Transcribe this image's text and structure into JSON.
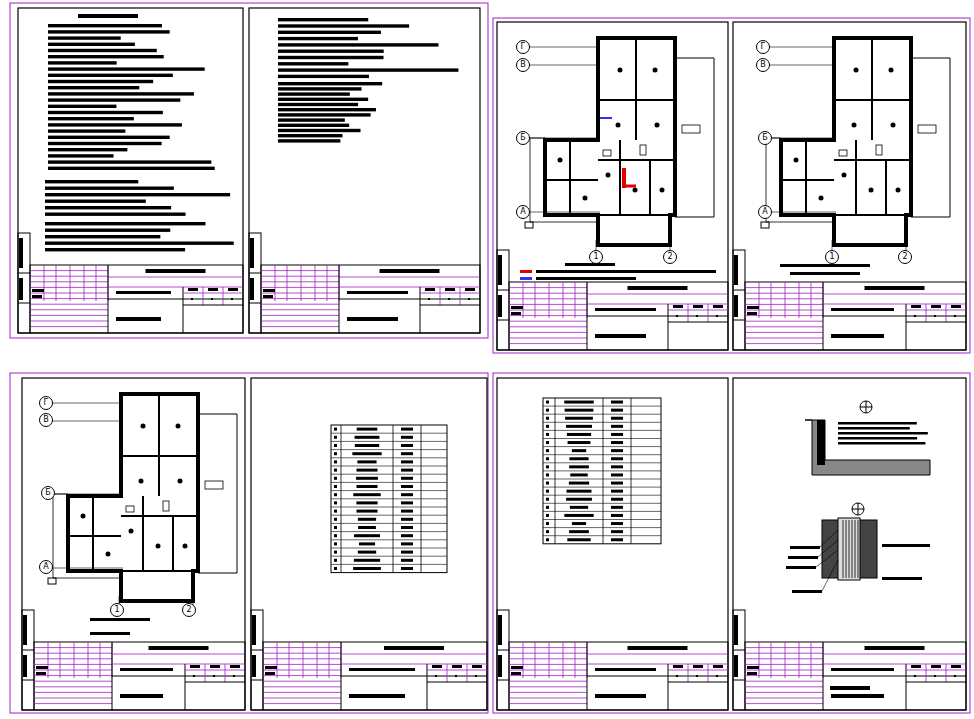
{
  "diagram": {
    "labels": [
      "Г",
      "В",
      "Б",
      "А",
      "1",
      "2",
      "Г",
      "В",
      "Б",
      "А",
      "1",
      "2",
      "Г",
      "В",
      "Б",
      "А",
      "1",
      "2"
    ]
  }
}
